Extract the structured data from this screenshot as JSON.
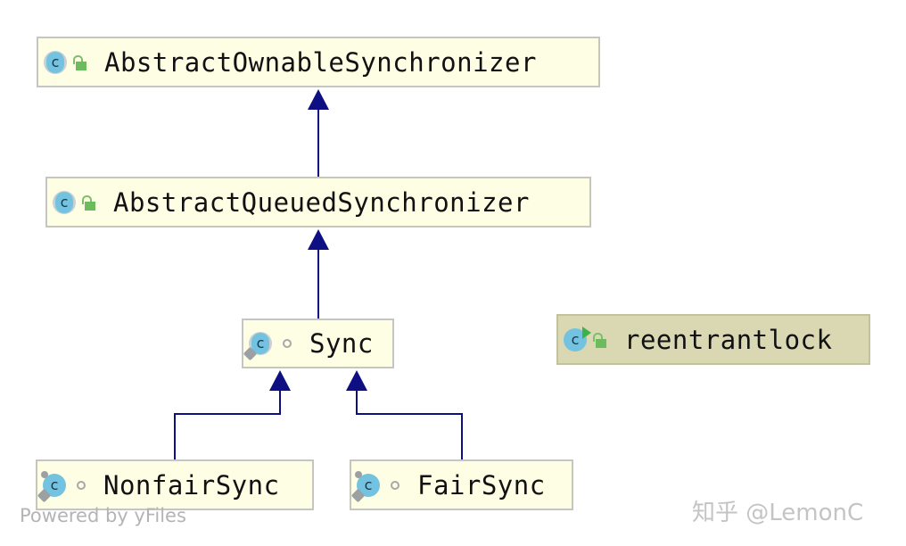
{
  "diagram": {
    "title": "Class hierarchy diagram",
    "nodes": [
      {
        "id": "aos",
        "label": "AbstractOwnableSynchronizer",
        "kind": "abstract-class",
        "visibility": "public"
      },
      {
        "id": "aqs",
        "label": "AbstractQueuedSynchronizer",
        "kind": "abstract-class",
        "visibility": "public"
      },
      {
        "id": "sync",
        "label": "Sync",
        "kind": "abstract-static-class",
        "visibility": "package-private"
      },
      {
        "id": "nonfair",
        "label": "NonfairSync",
        "kind": "static-class",
        "visibility": "package-private"
      },
      {
        "id": "fair",
        "label": "FairSync",
        "kind": "static-class",
        "visibility": "package-private"
      },
      {
        "id": "reentrantlock",
        "label": "reentrantlock",
        "kind": "runnable-class",
        "visibility": "public",
        "selected": true
      }
    ],
    "edges": [
      {
        "from": "aqs",
        "to": "aos",
        "type": "extends"
      },
      {
        "from": "sync",
        "to": "aqs",
        "type": "extends"
      },
      {
        "from": "nonfair",
        "to": "sync",
        "type": "extends"
      },
      {
        "from": "fair",
        "to": "sync",
        "type": "extends"
      }
    ],
    "colors": {
      "edge": "#0d0f82",
      "node_fill": "#fefee4",
      "node_border": "#c6c6c0",
      "selected_fill": "#d9d8b2"
    }
  },
  "footer": {
    "powered_by": "Powered by yFiles",
    "watermark": "知乎 @LemonC"
  }
}
